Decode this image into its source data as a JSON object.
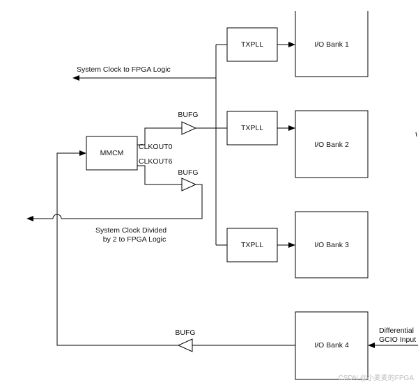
{
  "blocks": {
    "mmcm": "MMCM",
    "txpll_1": "TXPLL",
    "txpll_2": "TXPLL",
    "txpll_3": "TXPLL",
    "io_bank_1": "I/O Bank 1",
    "io_bank_2": "I/O Bank 2",
    "io_bank_3": "I/O Bank 3",
    "io_bank_4": "I/O Bank 4"
  },
  "buffers": {
    "bufg_clkout0": "BUFG",
    "bufg_clkout6": "BUFG",
    "bufg_input": "BUFG"
  },
  "ports": {
    "clkout0": "CLKOUT0",
    "clkout6": "CLKOUT6"
  },
  "signals": {
    "system_clock": "System Clock to FPGA Logic",
    "divided_line1": "System Clock Divided",
    "divided_line2": "by 2 to FPGA Logic",
    "diff_input_line1": "Differential",
    "diff_input_line2": "GCIO Input"
  },
  "watermark": "CSDN @小麦麦的FPGA",
  "colors": {
    "line": "#000000",
    "background": "#ffffff",
    "watermark": "#bdbdbd"
  }
}
